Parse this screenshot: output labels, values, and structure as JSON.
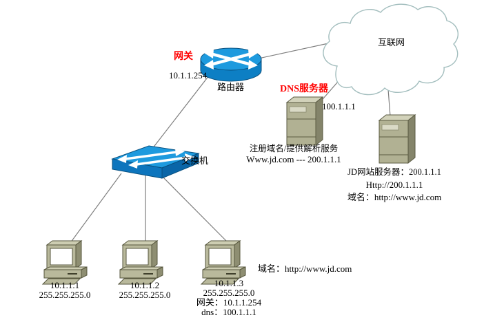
{
  "internet": {
    "label": "互联网"
  },
  "router": {
    "gateway_tag": "网关",
    "ip": "10.1.1.254",
    "label": "路由器"
  },
  "switch": {
    "label": "交换机"
  },
  "dns_server": {
    "label": "DNS服务器",
    "ip": "100.1.1.1",
    "note_line1": "注册域名/提供解析服务",
    "note_line2": "Www.jd.com --- 200.1.1.1"
  },
  "web_server": {
    "line1": "JD网站服务器：200.1.1.1",
    "line2": "Http://200.1.1.1",
    "line3": "域名：http://www.jd.com"
  },
  "pcs": [
    {
      "ip": "10.1.1.1",
      "mask": "255.255.255.0"
    },
    {
      "ip": "10.1.1.2",
      "mask": "255.255.255.0"
    },
    {
      "ip": "10.1.1.3",
      "mask": "255.255.255.0",
      "gateway": "网关：10.1.1.254",
      "dns": "dns：100.1.1.1"
    }
  ],
  "pc3_note": {
    "domain": "域名：http://www.jd.com"
  },
  "colors": {
    "highlight_red": "#ff0000",
    "device_blue": "#1590d4",
    "device_blue_dark": "#0d75bd",
    "server_tan": "#b1b193",
    "cloud_stroke": "#a3bebe",
    "line_gray": "#7d7d7d"
  }
}
